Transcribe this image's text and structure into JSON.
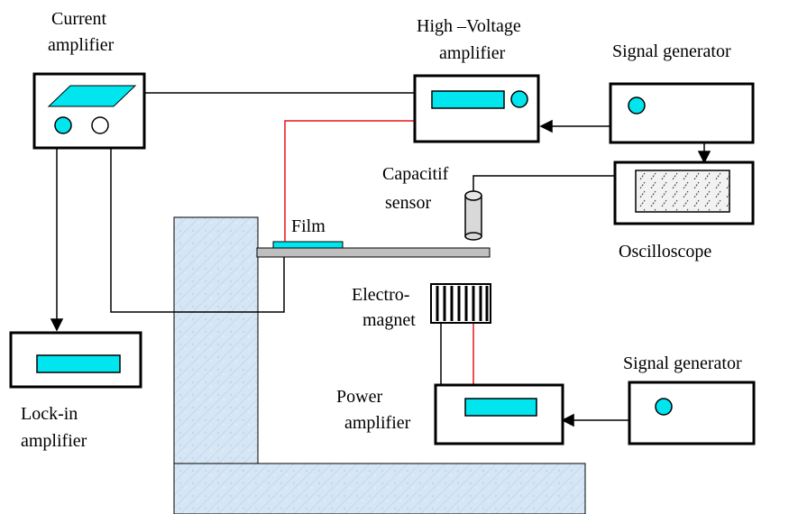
{
  "labels": {
    "current_amplifier_line1": "Current",
    "current_amplifier_line2": "amplifier",
    "hv_amplifier_line1": "High –Voltage",
    "hv_amplifier_line2": "amplifier",
    "signal_generator_top": "Signal generator",
    "capacitif_line1": "Capacitif",
    "capacitif_line2": "sensor",
    "film": "Film",
    "oscilloscope": "Oscilloscope",
    "electromagnet_line1": "Electro-",
    "electromagnet_line2": "magnet",
    "signal_generator_bottom": "Signal generator",
    "power_amplifier_line1": "Power",
    "power_amplifier_line2": "amplifier",
    "lockin_line1": "Lock-in",
    "lockin_line2": "amplifier"
  },
  "colors": {
    "display": "#00e5ee",
    "stand": "#d6e6f5",
    "stand_texture": "#bcd3ea",
    "red_wire": "#e8141b",
    "beam": "#bfbfbf",
    "sensor": "#d9d9d9"
  }
}
